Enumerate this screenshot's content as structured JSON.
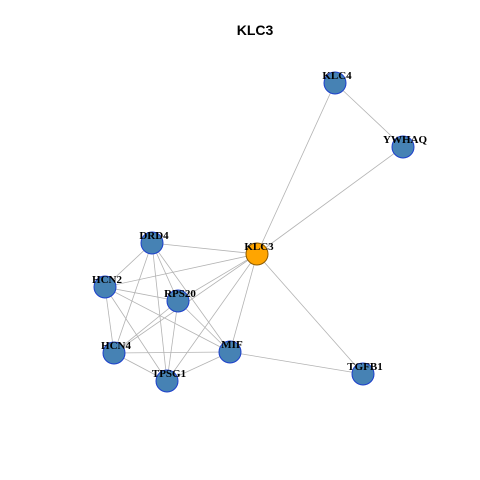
{
  "title": "KLC3",
  "colors": {
    "hub_fill": "#FFA500",
    "node_fill": "#4682B4",
    "node_stroke": "#1C3FCC",
    "hub_stroke": "#8B5A00",
    "edge": "#B3B3B3"
  },
  "nodes": [
    {
      "id": "KLC3",
      "label": "KLC3",
      "hub": true
    },
    {
      "id": "KLC4",
      "label": "KLC4",
      "hub": false
    },
    {
      "id": "YWHAQ",
      "label": "YWHAQ",
      "hub": false
    },
    {
      "id": "DRD4",
      "label": "DRD4",
      "hub": false
    },
    {
      "id": "HCN2",
      "label": "HCN2",
      "hub": false
    },
    {
      "id": "RPS20",
      "label": "RPS20",
      "hub": false
    },
    {
      "id": "HCN4",
      "label": "HCN4",
      "hub": false
    },
    {
      "id": "MIF",
      "label": "MIF",
      "hub": false
    },
    {
      "id": "TPSG1",
      "label": "TPSG1",
      "hub": false
    },
    {
      "id": "TGFB1",
      "label": "TGFB1",
      "hub": false
    }
  ],
  "edges": [
    [
      "KLC3",
      "KLC4"
    ],
    [
      "KLC3",
      "YWHAQ"
    ],
    [
      "KLC4",
      "YWHAQ"
    ],
    [
      "KLC3",
      "DRD4"
    ],
    [
      "KLC3",
      "HCN2"
    ],
    [
      "KLC3",
      "RPS20"
    ],
    [
      "KLC3",
      "HCN4"
    ],
    [
      "KLC3",
      "MIF"
    ],
    [
      "KLC3",
      "TPSG1"
    ],
    [
      "KLC3",
      "TGFB1"
    ],
    [
      "DRD4",
      "HCN2"
    ],
    [
      "DRD4",
      "RPS20"
    ],
    [
      "DRD4",
      "HCN4"
    ],
    [
      "DRD4",
      "MIF"
    ],
    [
      "DRD4",
      "TPSG1"
    ],
    [
      "HCN2",
      "RPS20"
    ],
    [
      "HCN2",
      "HCN4"
    ],
    [
      "HCN2",
      "MIF"
    ],
    [
      "HCN2",
      "TPSG1"
    ],
    [
      "RPS20",
      "HCN4"
    ],
    [
      "RPS20",
      "MIF"
    ],
    [
      "RPS20",
      "TPSG1"
    ],
    [
      "HCN4",
      "MIF"
    ],
    [
      "HCN4",
      "TPSG1"
    ],
    [
      "MIF",
      "TPSG1"
    ],
    [
      "MIF",
      "TGFB1"
    ]
  ]
}
